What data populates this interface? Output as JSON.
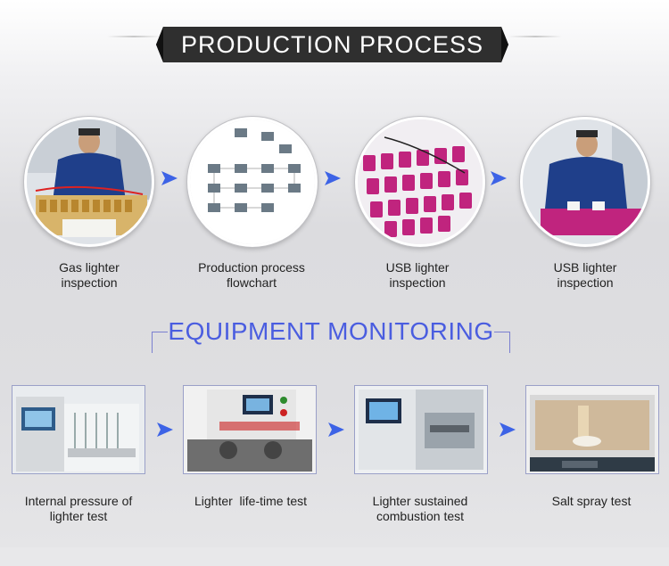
{
  "header": {
    "title": "PRODUCTION PROCESS"
  },
  "process_steps": [
    {
      "caption_line1": "Gas lighter",
      "caption_line2": "inspection",
      "icon": "worker-inspecting-gas-lighters-photo"
    },
    {
      "caption_line1": "Production process",
      "caption_line2": "flowchart",
      "icon": "flowchart-photo"
    },
    {
      "caption_line1": "USB lighter",
      "caption_line2": "inspection",
      "icon": "pink-usb-lighters-photo"
    },
    {
      "caption_line1": "USB lighter",
      "caption_line2": "inspection",
      "icon": "worker-inspecting-usb-lighters-photo"
    }
  ],
  "equipment": {
    "title": "EQUIPMENT MONITORING"
  },
  "equipment_items": [
    {
      "caption_line1": "Internal pressure of",
      "caption_line2": "lighter test",
      "icon": "pressure-test-machine-photo"
    },
    {
      "caption_line1": "Lighter  life-time test",
      "caption_line2": "",
      "icon": "life-time-test-machine-photo"
    },
    {
      "caption_line1": "Lighter sustained",
      "caption_line2": "combustion test",
      "icon": "combustion-test-machine-photo"
    },
    {
      "caption_line1": "Salt spray test",
      "caption_line2": "",
      "icon": "salt-spray-chamber-photo"
    }
  ],
  "colors": {
    "arrow": "#3d63e6",
    "banner": "#2f2f2f",
    "section_title": "#4a5de0"
  }
}
